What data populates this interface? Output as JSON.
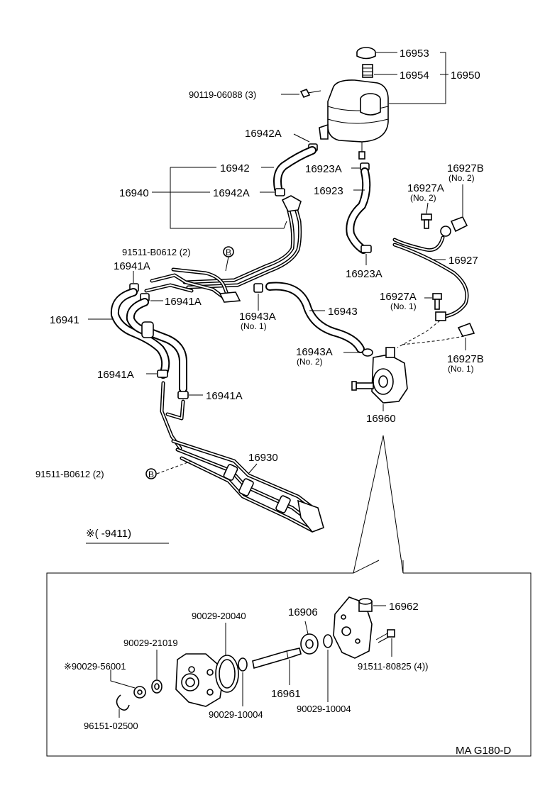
{
  "labels": {
    "p16953": "16953",
    "p16954": "16954",
    "p16950": "16950",
    "p90119": "90119-06088 (3)",
    "p16942A_top": "16942A",
    "p16942": "16942",
    "p16940": "16940",
    "p16942A_low": "16942A",
    "p16923A_top": "16923A",
    "p16923": "16923",
    "p16923A_low": "16923A",
    "p16927B_top": "16927B",
    "p16927B_top_note": "(No. 2)",
    "p16927A_top": "16927A",
    "p16927A_top_note": "(No. 2)",
    "p16927": "16927",
    "p91511_top": "91511-B0612 (2)",
    "p16941A_1": "16941A",
    "p16941A_2": "16941A",
    "p16941": "16941",
    "p16943A_1": "16943A",
    "p16943A_1_note": "(No. 1)",
    "p16943": "16943",
    "p16927A_low": "16927A",
    "p16927A_low_note": "(No. 1)",
    "p16943A_2": "16943A",
    "p16943A_2_note": "(No. 2)",
    "p16927B_low": "16927B",
    "p16927B_low_note": "(No. 1)",
    "p16941A_3": "16941A",
    "p16941A_4": "16941A",
    "p16960": "16960",
    "p16930": "16930",
    "p91511_low": "91511-B0612 (2)",
    "bolt_mark": "B",
    "range_note": "※(        -9411)",
    "p90029_20040": "90029-20040",
    "p16906": "16906",
    "p16962": "16962",
    "p90029_21019": "90029-21019",
    "p90029_56001": "※90029-56001",
    "p91511_80825": "91511-80825 (4))",
    "p16961": "16961",
    "p96151": "96151-02500",
    "p90029_10004_a": "90029-10004",
    "p90029_10004_b": "90029-10004",
    "footer_code": "MA  G180-D"
  }
}
